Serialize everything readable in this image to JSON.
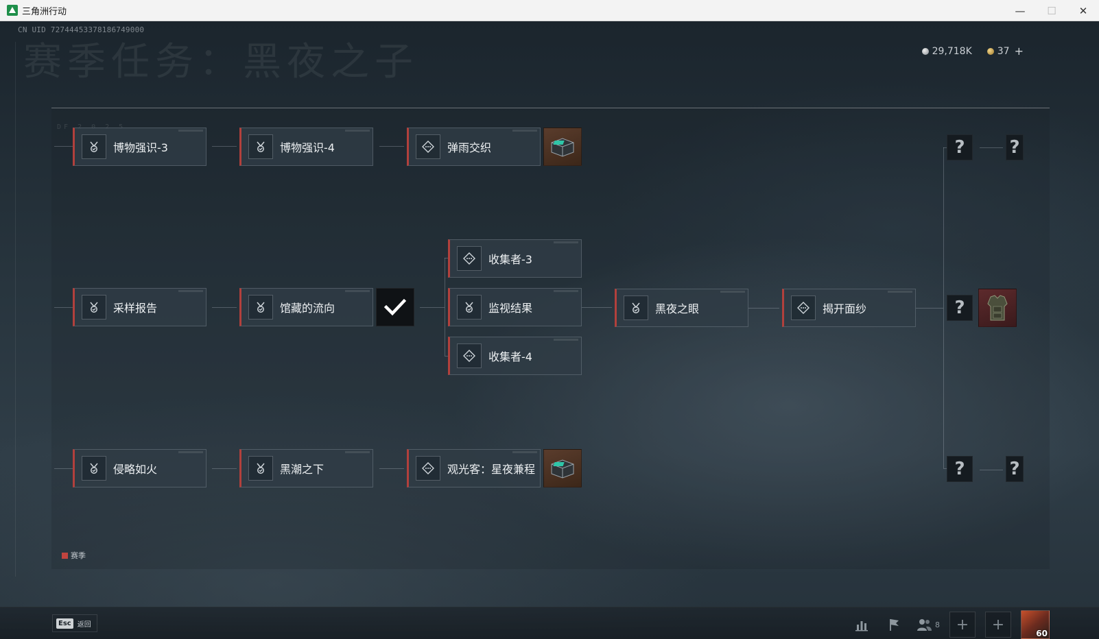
{
  "window": {
    "title": "三角洲行动",
    "minimize": "—",
    "maximize": "☐",
    "close": "✕"
  },
  "header": {
    "uid": "CN UID 72744453378186749000",
    "page_title": "赛季任务：黑夜之子",
    "currency": [
      {
        "icon": "silver-coin-icon",
        "value": "29,718K"
      },
      {
        "icon": "gold-coin-icon",
        "value": "37"
      }
    ],
    "add_label": "+"
  },
  "board": {
    "code": "DF 2 0 2 5"
  },
  "quests": {
    "row1": [
      {
        "label": "博物强识-3",
        "icon": "medal-icon"
      },
      {
        "label": "博物强识-4",
        "icon": "medal-icon"
      },
      {
        "label": "弹雨交织",
        "icon": "diamond-target-icon"
      }
    ],
    "row2": [
      {
        "label": "采样报告",
        "icon": "medal-icon"
      },
      {
        "label": "馆藏的流向",
        "icon": "medal-icon"
      },
      {
        "label": "收集者-3",
        "icon": "diamond-target-icon"
      },
      {
        "label": "监视结果",
        "icon": "medal-icon"
      },
      {
        "label": "收集者-4",
        "icon": "diamond-target-icon"
      },
      {
        "label": "黑夜之眼",
        "icon": "medal-icon"
      },
      {
        "label": "揭开面纱",
        "icon": "diamond-target-icon"
      }
    ],
    "row3": [
      {
        "label": "侵略如火",
        "icon": "medal-icon"
      },
      {
        "label": "黑潮之下",
        "icon": "medal-icon"
      },
      {
        "label": "观光客：星夜兼程",
        "icon": "diamond-target-icon"
      }
    ]
  },
  "rewards": {
    "unknown_mark": "?"
  },
  "legend": {
    "label": "赛季",
    "color": "#c0443f"
  },
  "colors": {
    "accent_red": "#b2403c"
  },
  "bottombar": {
    "esc_key": "Esc",
    "esc_label": "返回",
    "friends_count": "8",
    "slot_plus": "+",
    "level": "60"
  }
}
